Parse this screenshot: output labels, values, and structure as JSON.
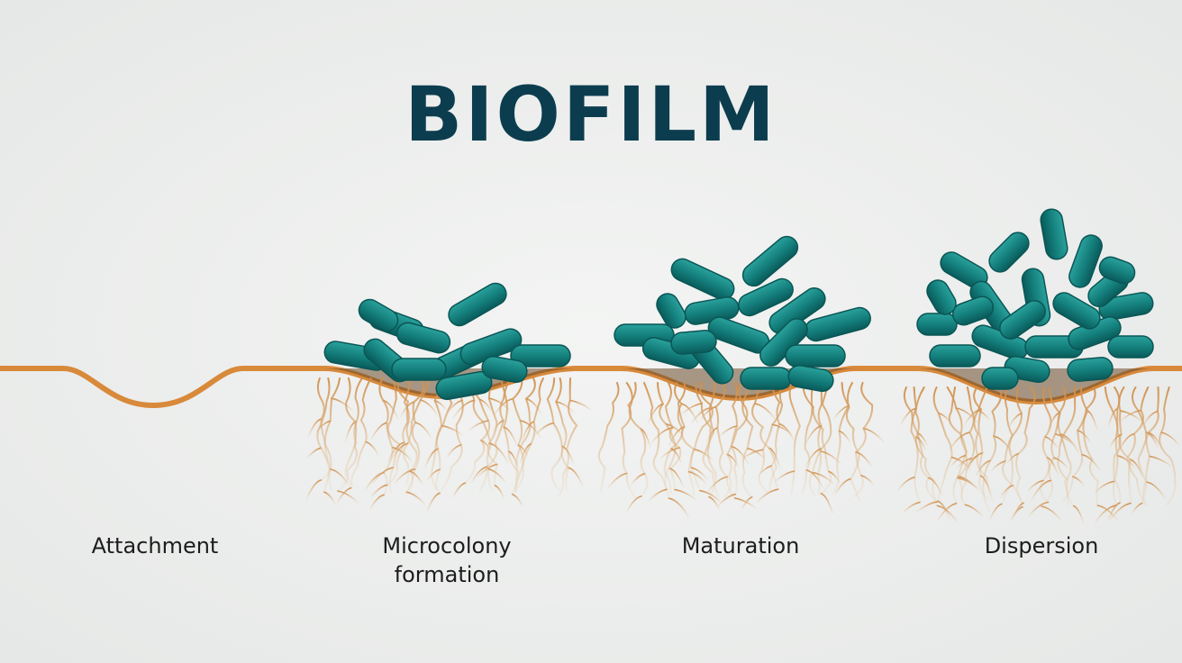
{
  "title": "BIOFILM",
  "colors": {
    "background": "#eceeed",
    "title": "#0c3d4f",
    "surface": "#d8893a",
    "bacteria": "#137d7a",
    "bacteria_highlight": "#2aa19c",
    "bacteria_shadow": "#0a5a5a",
    "filaments": "#d9a86a",
    "label": "#1d1d1d"
  },
  "stages": [
    {
      "label_line1": "Attachment",
      "label_line2": ""
    },
    {
      "label_line1": "Microcolony",
      "label_line2": "formation"
    },
    {
      "label_line1": "Maturation",
      "label_line2": ""
    },
    {
      "label_line1": "Dispersion",
      "label_line2": ""
    }
  ]
}
